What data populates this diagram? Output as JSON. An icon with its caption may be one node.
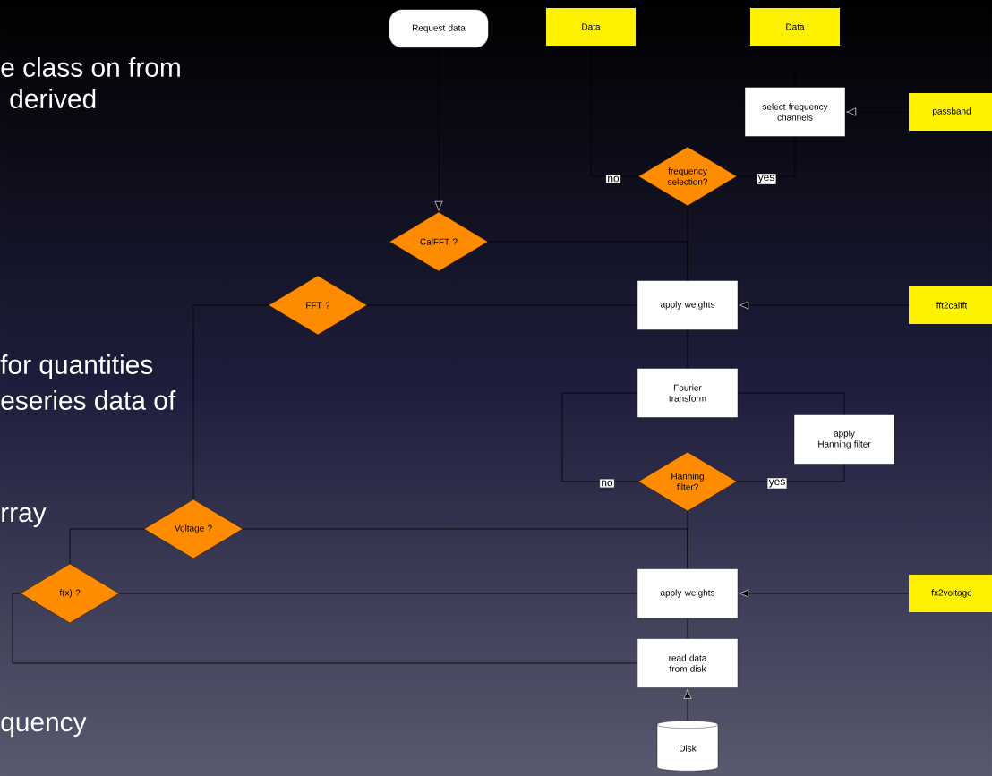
{
  "diagram": {
    "nodes": [
      {
        "text": [
          "Request data"
        ]
      },
      {
        "text": [
          "Data"
        ]
      },
      {
        "text": [
          "Data"
        ]
      },
      {
        "text": [
          "select frequency channels"
        ]
      },
      {
        "text": [
          "passband"
        ]
      },
      {
        "text": [
          "frequency selection?"
        ]
      },
      {
        "text": [
          "CalFFT ?"
        ]
      },
      {
        "text": [
          "FFT ?"
        ]
      },
      {
        "text": [
          "apply weights"
        ]
      },
      {
        "text": [
          "fft2calfft"
        ]
      },
      {
        "text": [
          "Fourier transform"
        ]
      },
      {
        "text": [
          "apply Hanning filter"
        ]
      },
      {
        "text": [
          "Hanning filter?"
        ]
      },
      {
        "text": [
          "Voltage ?"
        ]
      },
      {
        "text": [
          "f(x) ?"
        ]
      },
      {
        "text": [
          "apply weights"
        ]
      },
      {
        "text": [
          "fx2voltage"
        ]
      },
      {
        "text": [
          "read data from disk"
        ]
      },
      {
        "text": [
          "Disk"
        ]
      }
    ],
    "edges": [
      {
        "from": 0,
        "to": 6,
        "arrow": "to"
      },
      {
        "from": 5,
        "to": 1,
        "arrow": "none",
        "label": "no"
      },
      {
        "from": 5,
        "to": 3,
        "arrow": "none",
        "label": "yes"
      },
      {
        "from": 2,
        "to": 3,
        "arrow": "none"
      },
      {
        "from": 4,
        "to": 3,
        "arrow": "to"
      },
      {
        "from": 8,
        "to": 5,
        "arrow": "none"
      },
      {
        "from": 6,
        "to": 8,
        "arrow": "none"
      },
      {
        "from": 9,
        "to": 8,
        "arrow": "to"
      },
      {
        "from": 8,
        "to": 7,
        "arrow": "none"
      },
      {
        "from": 10,
        "to": 8,
        "arrow": "none"
      },
      {
        "from": 12,
        "to": 10,
        "arrow": "none",
        "label": "no"
      },
      {
        "from": 12,
        "to": 11,
        "arrow": "none",
        "label": "yes"
      },
      {
        "from": 10,
        "to": 11,
        "arrow": "none"
      },
      {
        "from": 15,
        "to": 12,
        "arrow": "none"
      },
      {
        "from": 13,
        "to": 15,
        "arrow": "none"
      },
      {
        "from": 13,
        "to": 7,
        "arrow": "none"
      },
      {
        "from": 14,
        "to": 13,
        "arrow": "none"
      },
      {
        "from": 15,
        "to": 14,
        "arrow": "none"
      },
      {
        "from": 17,
        "to": 14,
        "arrow": "none"
      },
      {
        "from": 16,
        "to": 15,
        "arrow": "to"
      },
      {
        "from": 17,
        "to": 15,
        "arrow": "none"
      },
      {
        "from": 18,
        "to": 17,
        "arrow": "to"
      }
    ],
    "labels": [
      "e class on from",
      "derived",
      "for quantities",
      "eseries data of",
      "rray",
      "quency"
    ]
  }
}
